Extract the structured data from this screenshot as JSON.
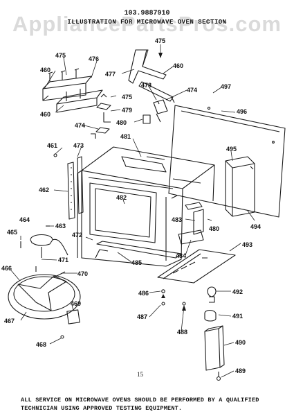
{
  "header": {
    "model": "103.9887910",
    "title": "ILLUSTRATION FOR MICROWAVE OVEN SECTION"
  },
  "watermark": "AppliancePartsPros.com",
  "page_number": "15",
  "footer": {
    "line1": "ALL SERVICE ON MICROWAVE OVENS SHOULD BE PERFORMED BY A QUALIFIED",
    "line2": "TECHNICIAN USING APPROVED TESTING EQUIPMENT."
  },
  "parts": [
    {
      "id": "p475a",
      "label": "475"
    },
    {
      "id": "p475b",
      "label": "475"
    },
    {
      "id": "p475c",
      "label": "475"
    },
    {
      "id": "p476",
      "label": "476"
    },
    {
      "id": "p477",
      "label": "477"
    },
    {
      "id": "p460a",
      "label": "460"
    },
    {
      "id": "p460b",
      "label": "460"
    },
    {
      "id": "p460c",
      "label": "460"
    },
    {
      "id": "p478",
      "label": "478"
    },
    {
      "id": "p474a",
      "label": "474"
    },
    {
      "id": "p474b",
      "label": "474"
    },
    {
      "id": "p497",
      "label": "497"
    },
    {
      "id": "p479",
      "label": "479"
    },
    {
      "id": "p480a",
      "label": "480"
    },
    {
      "id": "p480b",
      "label": "480"
    },
    {
      "id": "p496",
      "label": "496"
    },
    {
      "id": "p461",
      "label": "461"
    },
    {
      "id": "p473",
      "label": "473"
    },
    {
      "id": "p481",
      "label": "481"
    },
    {
      "id": "p495",
      "label": "495"
    },
    {
      "id": "p462",
      "label": "462"
    },
    {
      "id": "p482",
      "label": "482"
    },
    {
      "id": "p464",
      "label": "464"
    },
    {
      "id": "p463",
      "label": "463"
    },
    {
      "id": "p483",
      "label": "483"
    },
    {
      "id": "p494",
      "label": "494"
    },
    {
      "id": "p465",
      "label": "465"
    },
    {
      "id": "p472",
      "label": "472"
    },
    {
      "id": "p493",
      "label": "493"
    },
    {
      "id": "p484",
      "label": "484"
    },
    {
      "id": "p471",
      "label": "471"
    },
    {
      "id": "p485",
      "label": "485"
    },
    {
      "id": "p466",
      "label": "466"
    },
    {
      "id": "p470",
      "label": "470"
    },
    {
      "id": "p492",
      "label": "492"
    },
    {
      "id": "p486",
      "label": "486"
    },
    {
      "id": "p469",
      "label": "469"
    },
    {
      "id": "p491",
      "label": "491"
    },
    {
      "id": "p467",
      "label": "467"
    },
    {
      "id": "p487",
      "label": "487"
    },
    {
      "id": "p488",
      "label": "488"
    },
    {
      "id": "p490",
      "label": "490"
    },
    {
      "id": "p468",
      "label": "468"
    },
    {
      "id": "p489",
      "label": "489"
    }
  ]
}
